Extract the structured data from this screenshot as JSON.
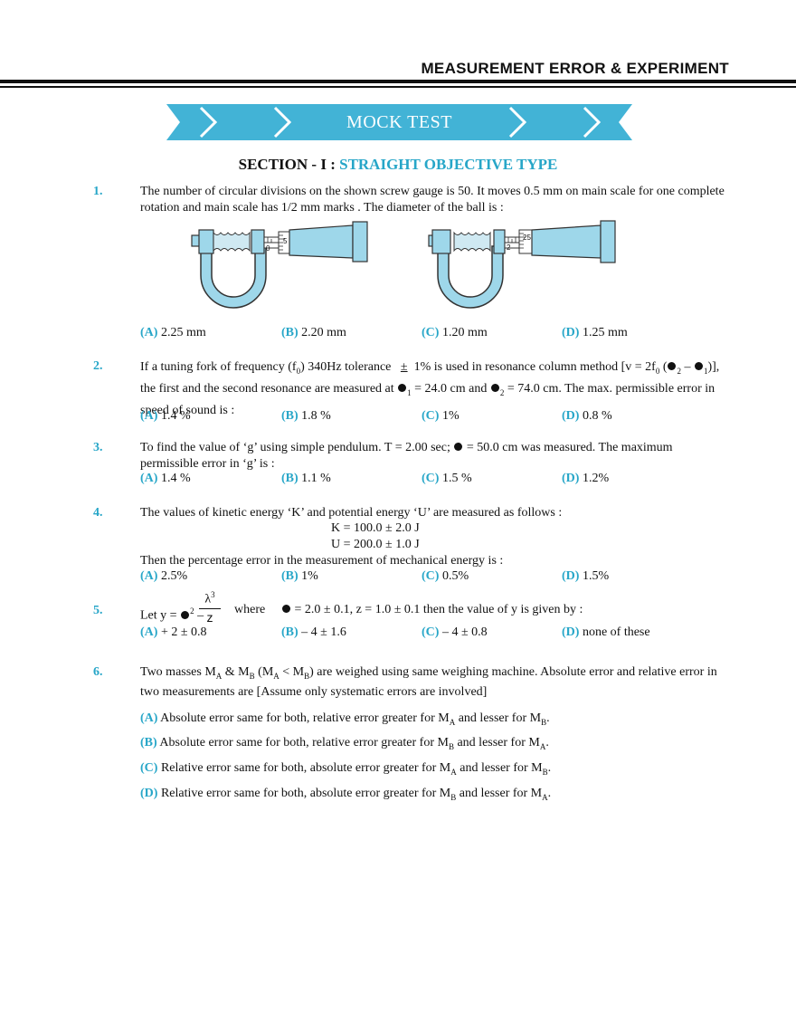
{
  "header": {
    "title": "MEASUREMENT ERROR & EXPERIMENT"
  },
  "banner": {
    "label": "MOCK TEST"
  },
  "section": {
    "prefix": "SECTION - I : ",
    "name": "STRAIGHT OBJECTIVE TYPE"
  },
  "q1": {
    "num": "1.",
    "text": "The number of  circular divisions on the shown screw gauge is 50. It moves 0.5 mm on main scale for one complete rotation and main scale has 1/2 mm marks . The diameter of the ball is :",
    "fig_left": {
      "main": "0",
      "circ": "5"
    },
    "fig_right": {
      "main": "2",
      "circ": "25"
    },
    "options": [
      {
        "label": "(A)",
        "text": "2.25 mm"
      },
      {
        "label": "(B)",
        "text": "2.20 mm"
      },
      {
        "label": "(C)",
        "text": "1.20 mm"
      },
      {
        "label": "(D)",
        "text": "1.25 mm"
      }
    ]
  },
  "q2": {
    "num": "2.",
    "part1": "If a tuning fork of frequency (f",
    "sub0": "0",
    "part2": ") 340Hz tolerance",
    "pm": "±",
    "part3": "1% is used in resonance column method [v = 2f",
    "part4": " (",
    "s2": "2",
    "minus": " – ",
    "s1": "1",
    "part5": ")], the first and the second resonance are measured at ",
    "v1": " = 24.0 cm and ",
    "v2": " = 74.0 cm. The max. permissible error in speed of sound  is :",
    "options": [
      {
        "label": "(A)",
        "text": "1.4 %"
      },
      {
        "label": "(B)",
        "text": "1.8 %"
      },
      {
        "label": "(C)",
        "text": "1%"
      },
      {
        "label": "(D)",
        "text": "0.8 %"
      }
    ]
  },
  "q3": {
    "num": "3.",
    "part1": "To find the value of ‘g’ using simple pendulum. T = 2.00 sec;  ",
    "part2": " = 50.0 cm was measured. The maximum permissible error in ‘g’ is :",
    "options": [
      {
        "label": "(A)",
        "text": "1.4 %"
      },
      {
        "label": "(B)",
        "text": "1.1 %"
      },
      {
        "label": "(C)",
        "text": "1.5 %"
      },
      {
        "label": "(D)",
        "text": "1.2%"
      }
    ]
  },
  "q4": {
    "num": "4.",
    "text": "The values of kinetic energy ‘K’ and potential energy ‘U’ are measured as follows :",
    "k": "K = 100.0 ± 2.0 J",
    "u": "U = 200.0 ± 1.0 J",
    "text2": "Then the percentage error in the measurement of mechanical energy is :",
    "options": [
      {
        "label": "(A)",
        "text": "2.5%"
      },
      {
        "label": "(B)",
        "text": "1%"
      },
      {
        "label": "(C)",
        "text": "0.5%"
      },
      {
        "label": "(D)",
        "text": "1.5%"
      }
    ]
  },
  "q5": {
    "num": "5.",
    "lety": "Let y = ",
    "sq": "2",
    "dash": " –",
    "numer": "λ",
    "numer_sup": "3",
    "denom": "z",
    "where": "where",
    "cond": " = 2.0 ± 0.1, z = 1.0 ± 0.1 then the value of y is given by :",
    "options": [
      {
        "label": "(A)",
        "text": "+ 2 ± 0.8"
      },
      {
        "label": "(B)",
        "text": "– 4 ± 1.6"
      },
      {
        "label": "(C)",
        "text": "– 4 ± 0.8"
      },
      {
        "label": "(D)",
        "text": "none of these"
      }
    ]
  },
  "q6": {
    "num": "6.",
    "p1": "Two masses M",
    "A": "A",
    "p2": " & M",
    "B": "B",
    "p3": " (M",
    "p4": " < M",
    "p5": ") are weighed using same weighing machine. Absolute error and relative error in two measurements are [Assume only systematic errors are involved]",
    "options": [
      {
        "label": "(A)",
        "t1": "Absolute error same for both, relative error greater for M",
        "s1": "A",
        "t2": " and lesser for M",
        "s2": "B",
        "t3": "."
      },
      {
        "label": "(B)",
        "t1": "Absolute error same for both, relative error greater for M",
        "s1": "B",
        "t2": " and lesser for M",
        "s2": "A",
        "t3": "."
      },
      {
        "label": "(C)",
        "t1": "Relative error same for both, absolute error greater for M",
        "s1": "A",
        "t2": " and lesser for M",
        "s2": "B",
        "t3": "."
      },
      {
        "label": "(D)",
        "t1": "Relative error same for both, absolute error greater for M",
        "s1": "B",
        "t2": " and lesser for M",
        "s2": "A",
        "t3": "."
      }
    ]
  }
}
